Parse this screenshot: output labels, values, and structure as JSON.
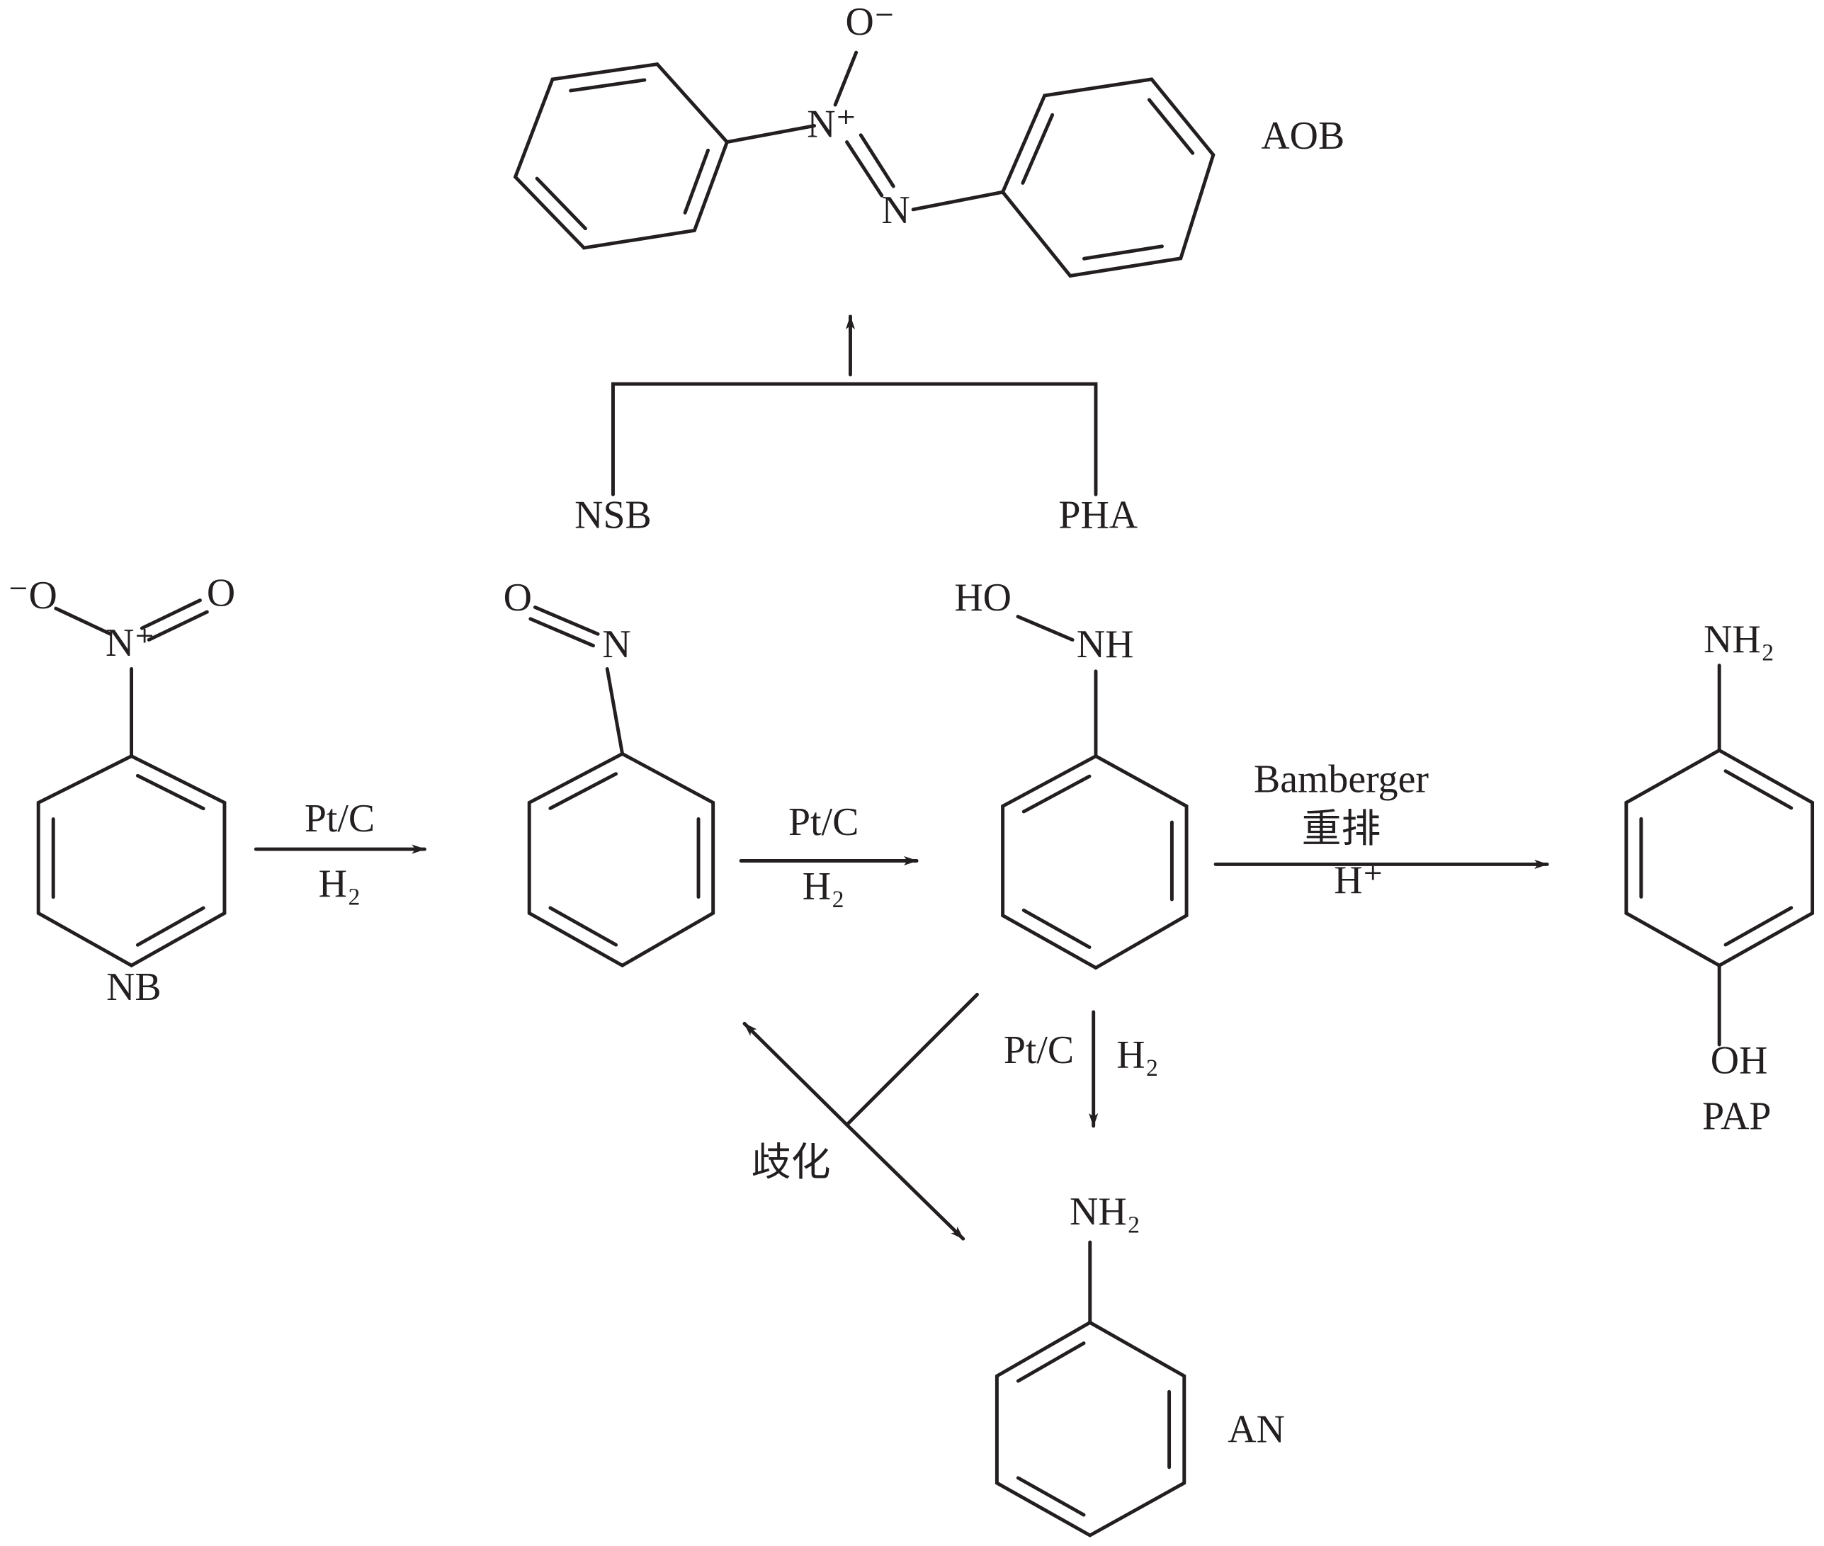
{
  "compounds": {
    "aob": {
      "label": "AOB",
      "n_plus": "N⁺",
      "n": "N",
      "o_minus": "O⁻"
    },
    "nb": {
      "label": "NB",
      "n_plus": "N⁺",
      "o_minus": "⁻O",
      "o": "O"
    },
    "nsb": {
      "label": "NSB",
      "n": "N",
      "o": "O"
    },
    "pha": {
      "label": "PHA",
      "nh": "NH",
      "ho": "HO"
    },
    "pap": {
      "label": "PAP",
      "nh2": "NH₂",
      "oh": "OH"
    },
    "an": {
      "label": "AN",
      "nh2": "NH₂"
    }
  },
  "reactions": {
    "nb_to_nsb": {
      "catalyst": "Pt/C",
      "reagent": "H₂"
    },
    "nsb_to_pha": {
      "catalyst": "Pt/C",
      "reagent": "H₂"
    },
    "pha_to_pap": {
      "name": "Bamberger",
      "type": "重排",
      "reagent": "H⁺"
    },
    "pha_to_an": {
      "catalyst": "Pt/C",
      "reagent": "H₂"
    },
    "disproportionation": {
      "label": "歧化"
    }
  },
  "colors": {
    "ink": "#231f20",
    "background": "#ffffff"
  }
}
